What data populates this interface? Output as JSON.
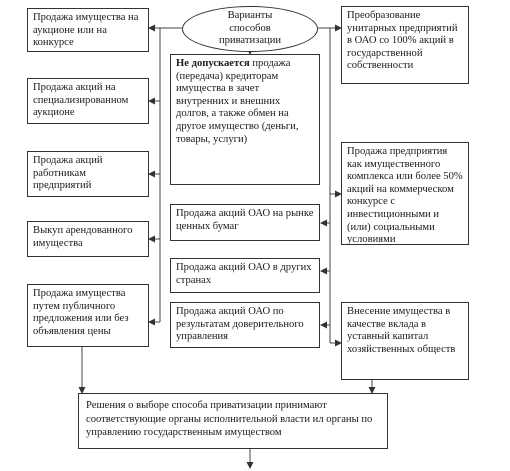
{
  "diagram": {
    "center": "Варианты способов приватизации",
    "left": [
      "Продажа имущества на аукционе или на конкурсе",
      "Продажа акций на специализированном аукционе",
      "Продажа акций работникам предприятий",
      "Выкуп арендованного имущества",
      "Продажа имущества путем публичного предложения или без объявления цены"
    ],
    "middle": {
      "restriction_bold": "Не допускается",
      "restriction_rest": " продажа (передача) кредиторам имущества в зачет внутренних и внешних долгов, а также обмен на другое имущество (деньги, товары, услуги)",
      "items": [
        "Продажа акций ОАО на рынке ценных бумаг",
        "Продажа акций ОАО в других странах",
        "Продажа акций ОАО по результатам доверительного управления"
      ]
    },
    "right": [
      "Преобразование унитарных предприятий в ОАО со 100% акций в государственной собственности",
      "Продажа предприятия как имущественного комплекса или более 50% акций на коммерческом конкурсе с инвестиционными и (или) социальными условиями",
      "Внесение имущества в качестве вклада в уставный капитал хозяйственных обществ"
    ],
    "bottom": "Решения о выборе способа приватизации принимают соответствующие органы исполнительной власти ил органы по управлению государственным имуществом"
  }
}
